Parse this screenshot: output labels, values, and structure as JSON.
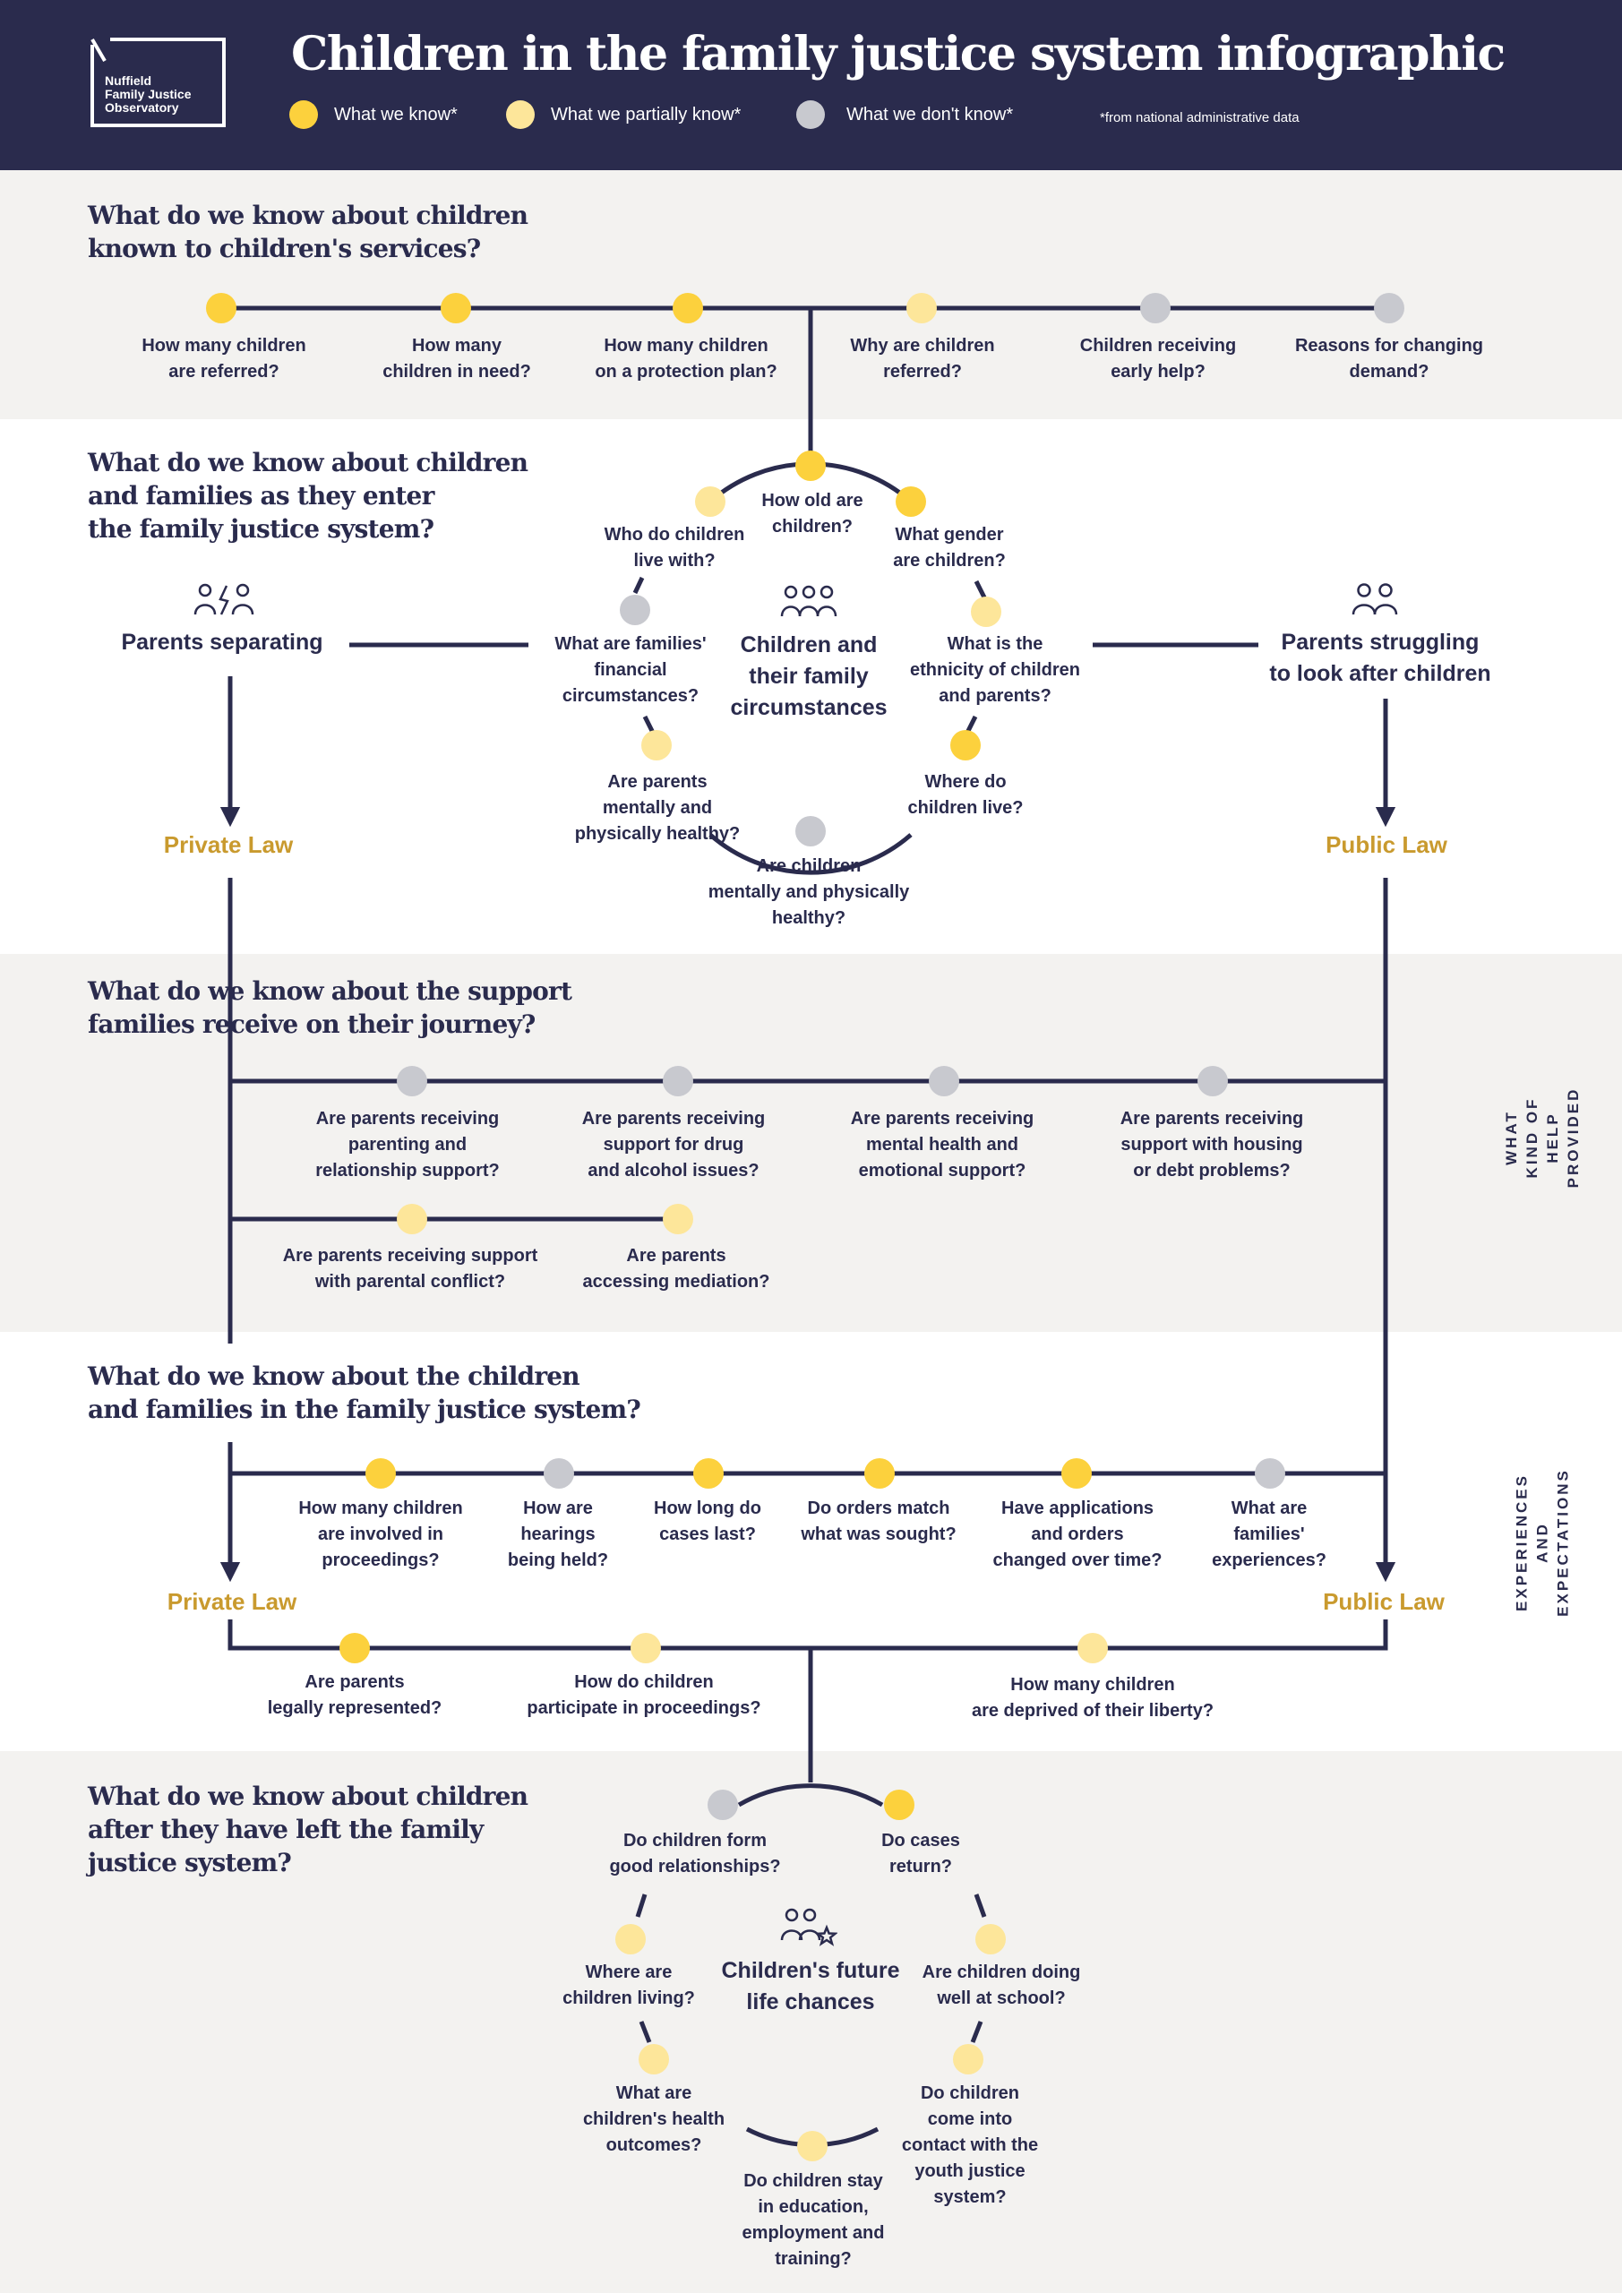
{
  "colors": {
    "navy": "#2a2b4d",
    "known": "#fcd13d",
    "partial": "#fde69a",
    "unknown": "#c8c9cf",
    "law_gold": "#c99a2e",
    "band_gray": "#f3f2f0"
  },
  "header": {
    "logo_text": "Nuffield\nFamily Justice\nObservatory",
    "title": "Children in the family justice system infographic",
    "legend": {
      "known": "What we know*",
      "partial": "What we partially know*",
      "unknown": "What we don't know*",
      "footnote": "*from national administrative data"
    }
  },
  "s1": {
    "title": "What do we know about children\nknown to children's services?",
    "items": [
      {
        "label": "How many children\nare referred?",
        "status": "known"
      },
      {
        "label": "How many\nchildren in need?",
        "status": "known"
      },
      {
        "label": "How many children\non a protection plan?",
        "status": "known"
      },
      {
        "label": "Why are children\nreferred?",
        "status": "partial"
      },
      {
        "label": "Children receiving\nearly help?",
        "status": "unknown"
      },
      {
        "label": "Reasons for changing\ndemand?",
        "status": "unknown"
      }
    ]
  },
  "s2": {
    "title": "What do we know about children\nand families as they enter\nthe family justice system?",
    "left": "Parents separating",
    "right": "Parents struggling\nto look after children",
    "private": "Private Law",
    "public": "Public Law",
    "center": "Children and\ntheir family\ncircumstances",
    "items": [
      {
        "label": "How old are\nchildren?",
        "status": "known"
      },
      {
        "label": "What gender\nare children?",
        "status": "known"
      },
      {
        "label": "What is the\nethnicity of children\nand parents?",
        "status": "partial"
      },
      {
        "label": "Where do\nchildren live?",
        "status": "known"
      },
      {
        "label": "Are children\nmentally and physically\nhealthy?",
        "status": "unknown"
      },
      {
        "label": "Are parents\nmentally and\nphysically healthy?",
        "status": "partial"
      },
      {
        "label": "What are families'\nfinancial\ncircumstances?",
        "status": "unknown"
      },
      {
        "label": "Who do children\nlive with?",
        "status": "partial"
      }
    ]
  },
  "s3": {
    "title": "What do we know about the support\nfamilies receive on their journey?",
    "side": "WHAT KIND OF\nHELP PROVIDED",
    "row1": [
      {
        "label": "Are parents receiving\nparenting and\nrelationship support?",
        "status": "unknown"
      },
      {
        "label": "Are parents receiving\nsupport for drug\nand alcohol issues?",
        "status": "unknown"
      },
      {
        "label": "Are parents receiving\nmental health and\nemotional support?",
        "status": "unknown"
      },
      {
        "label": "Are parents receiving\nsupport with housing\nor debt problems?",
        "status": "unknown"
      }
    ],
    "row2": [
      {
        "label": "Are parents receiving support\nwith parental conflict?",
        "status": "partial"
      },
      {
        "label": "Are parents\naccessing mediation?",
        "status": "partial"
      }
    ]
  },
  "s4": {
    "title": "What do we know about the children\nand families in the family justice system?",
    "side": "EXPERIENCES\nAND EXPECTATIONS",
    "private": "Private Law",
    "public": "Public Law",
    "row1": [
      {
        "label": "How many children\nare involved in\nproceedings?",
        "status": "known"
      },
      {
        "label": "How are\nhearings\nbeing held?",
        "status": "unknown"
      },
      {
        "label": "How long do\ncases last?",
        "status": "known"
      },
      {
        "label": "Do orders match\nwhat was sought?",
        "status": "known"
      },
      {
        "label": "Have applications\nand orders\nchanged over time?",
        "status": "known"
      },
      {
        "label": "What are\nfamilies'\nexperiences?",
        "status": "unknown"
      }
    ],
    "row2": [
      {
        "label": "Are parents\nlegally represented?",
        "status": "known"
      },
      {
        "label": "How do children\nparticipate in proceedings?",
        "status": "partial"
      },
      {
        "label": "How many children\nare deprived of their liberty?",
        "status": "partial"
      }
    ]
  },
  "s5": {
    "title": "What do we know about children\nafter they have left the family\njustice system?",
    "center": "Children's future\nlife chances",
    "items": [
      {
        "label": "Do children form\ngood relationships?",
        "status": "unknown"
      },
      {
        "label": "Do cases\nreturn?",
        "status": "known"
      },
      {
        "label": "Are children doing\nwell at school?",
        "status": "partial"
      },
      {
        "label": "Do children\ncome into\ncontact with the\nyouth justice\nsystem?",
        "status": "partial"
      },
      {
        "label": "Do children stay\nin education,\nemployment and\ntraining?",
        "status": "partial"
      },
      {
        "label": "What are\nchildren's health\noutcomes?",
        "status": "partial"
      },
      {
        "label": "Where are\nchildren living?",
        "status": "partial"
      }
    ]
  }
}
